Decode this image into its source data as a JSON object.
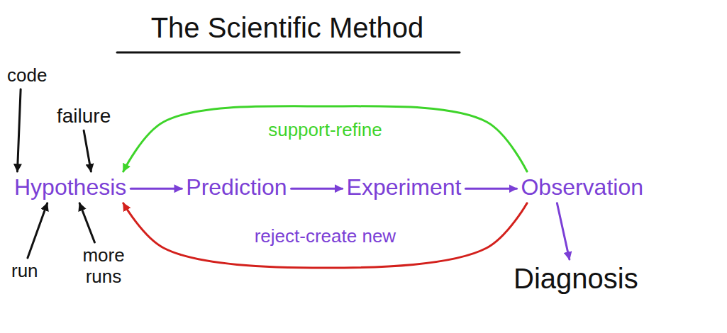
{
  "diagram": {
    "title": "The Scientific Method",
    "nodes": [
      {
        "text": [
          "code"
        ]
      },
      {
        "text": [
          "failure"
        ]
      },
      {
        "text": [
          "Hypothesis"
        ]
      },
      {
        "text": [
          "Prediction"
        ]
      },
      {
        "text": [
          "Experiment"
        ]
      },
      {
        "text": [
          "Observation"
        ]
      },
      {
        "text": [
          "run"
        ]
      },
      {
        "text": [
          "more runs"
        ]
      },
      {
        "text": [
          "Diagnosis"
        ]
      }
    ],
    "edges": [
      {
        "from": 0,
        "to": 2,
        "arrow": "to"
      },
      {
        "from": 1,
        "to": 2,
        "arrow": "to"
      },
      {
        "from": 6,
        "to": 2,
        "arrow": "to"
      },
      {
        "from": 7,
        "to": 2,
        "arrow": "to"
      },
      {
        "from": 2,
        "to": 3,
        "arrow": "to"
      },
      {
        "from": 3,
        "to": 4,
        "arrow": "to"
      },
      {
        "from": 4,
        "to": 5,
        "arrow": "to"
      },
      {
        "from": 5,
        "to": 2,
        "label": "support-refine",
        "arrow": "to"
      },
      {
        "from": 5,
        "to": 2,
        "label": "reject-create new",
        "arrow": "to"
      },
      {
        "from": 5,
        "to": 8,
        "arrow": "to"
      }
    ]
  }
}
